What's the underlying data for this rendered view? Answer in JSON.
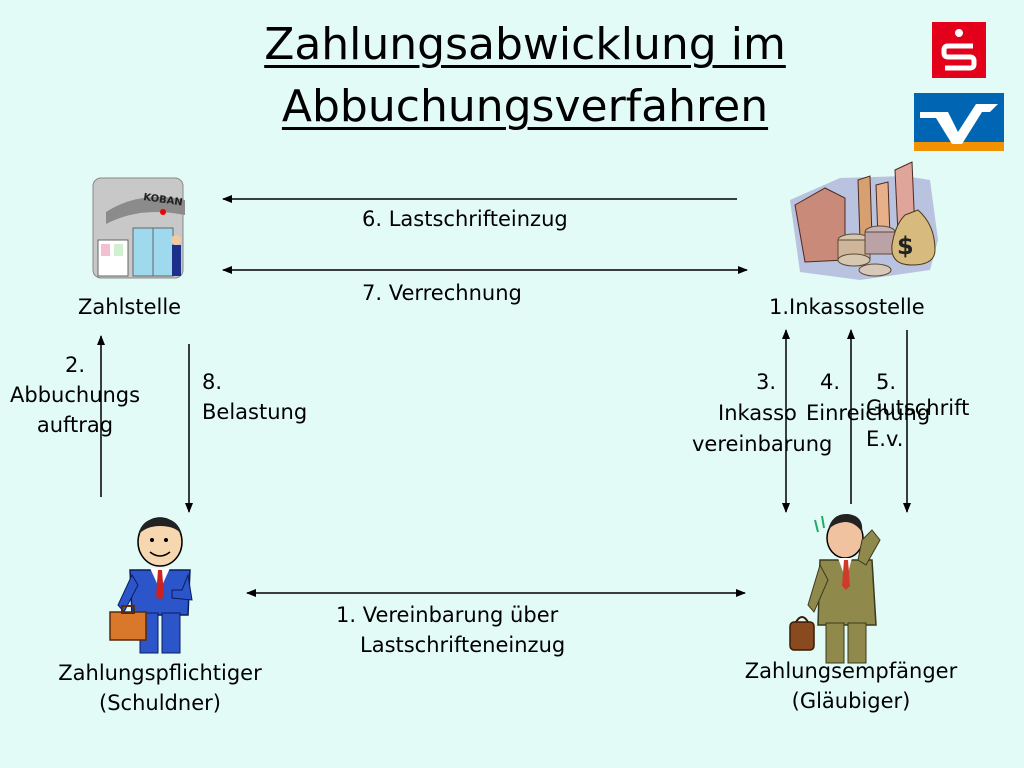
{
  "title": {
    "line1": "Zahlungsabwicklung im",
    "line2": "Abbuchungsverfahren"
  },
  "logos": {
    "sparkasse": "S",
    "volksbank": "V"
  },
  "icons": {
    "zahlstelle": "koban-building-icon",
    "inkassostelle": "bank-money-icon",
    "schuldner": "businessman-icon",
    "glaeubiger": "thinking-man-icon"
  },
  "building_sign": "KOBAN",
  "nodes": {
    "zahlstelle": "Zahlstelle",
    "inkassostelle": "1.Inkassostelle",
    "schuldner": [
      "Zahlungspflichtiger",
      "(Schuldner)"
    ],
    "glaeubiger": [
      "Zahlungsempfänger",
      "(Gläubiger)"
    ]
  },
  "edges": {
    "e1": [
      "1.  Vereinbarung über",
      "Lastschrifteneinzug"
    ],
    "e2": [
      "2.",
      "Abbuchungs",
      "auftrag"
    ],
    "e3": [
      "3.",
      "Inkasso",
      "vereinbarung"
    ],
    "e4": [
      "4.",
      "Einreichung"
    ],
    "e5": [
      "5.",
      "Gutschrift",
      "E.v."
    ],
    "e6": "6. Lastschrifteinzug",
    "e7": "7. Verrechnung",
    "e8": [
      "8.",
      "Belastung"
    ]
  },
  "colors": {
    "background": "#e3fbf6",
    "sparkasse_red": "#e3001b",
    "volksbank_blue": "#0066b3",
    "volksbank_orange": "#f39200"
  }
}
